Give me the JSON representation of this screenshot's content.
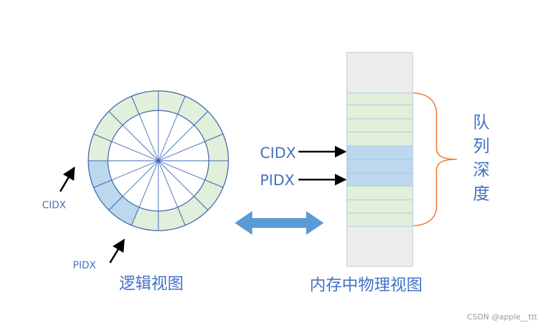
{
  "ring": {
    "segments": 16,
    "filled": [
      0,
      1,
      2,
      3,
      4,
      5,
      6,
      7,
      8,
      9,
      10,
      11,
      12,
      13,
      14,
      15
    ],
    "highlight": [
      9,
      10,
      11
    ]
  },
  "logical_view": {
    "cidx_label": "CIDX",
    "pidx_label": "PIDX",
    "caption": "逻辑视图"
  },
  "physical_view": {
    "cidx_label": "CIDX",
    "pidx_label": "PIDX",
    "caption": "内存中物理视图",
    "queue_depth_label": "队列深度"
  },
  "colors": {
    "empty": "#ececec",
    "slot": "#e2efda",
    "highlight": "#bdd7ee",
    "line": "#3e67b3",
    "grid": "#9dc3e6",
    "brace": "#ed7d31",
    "arrow": "#5b9bd5",
    "text": "#4472c4"
  },
  "watermark": "CSDN @apple__ttt"
}
